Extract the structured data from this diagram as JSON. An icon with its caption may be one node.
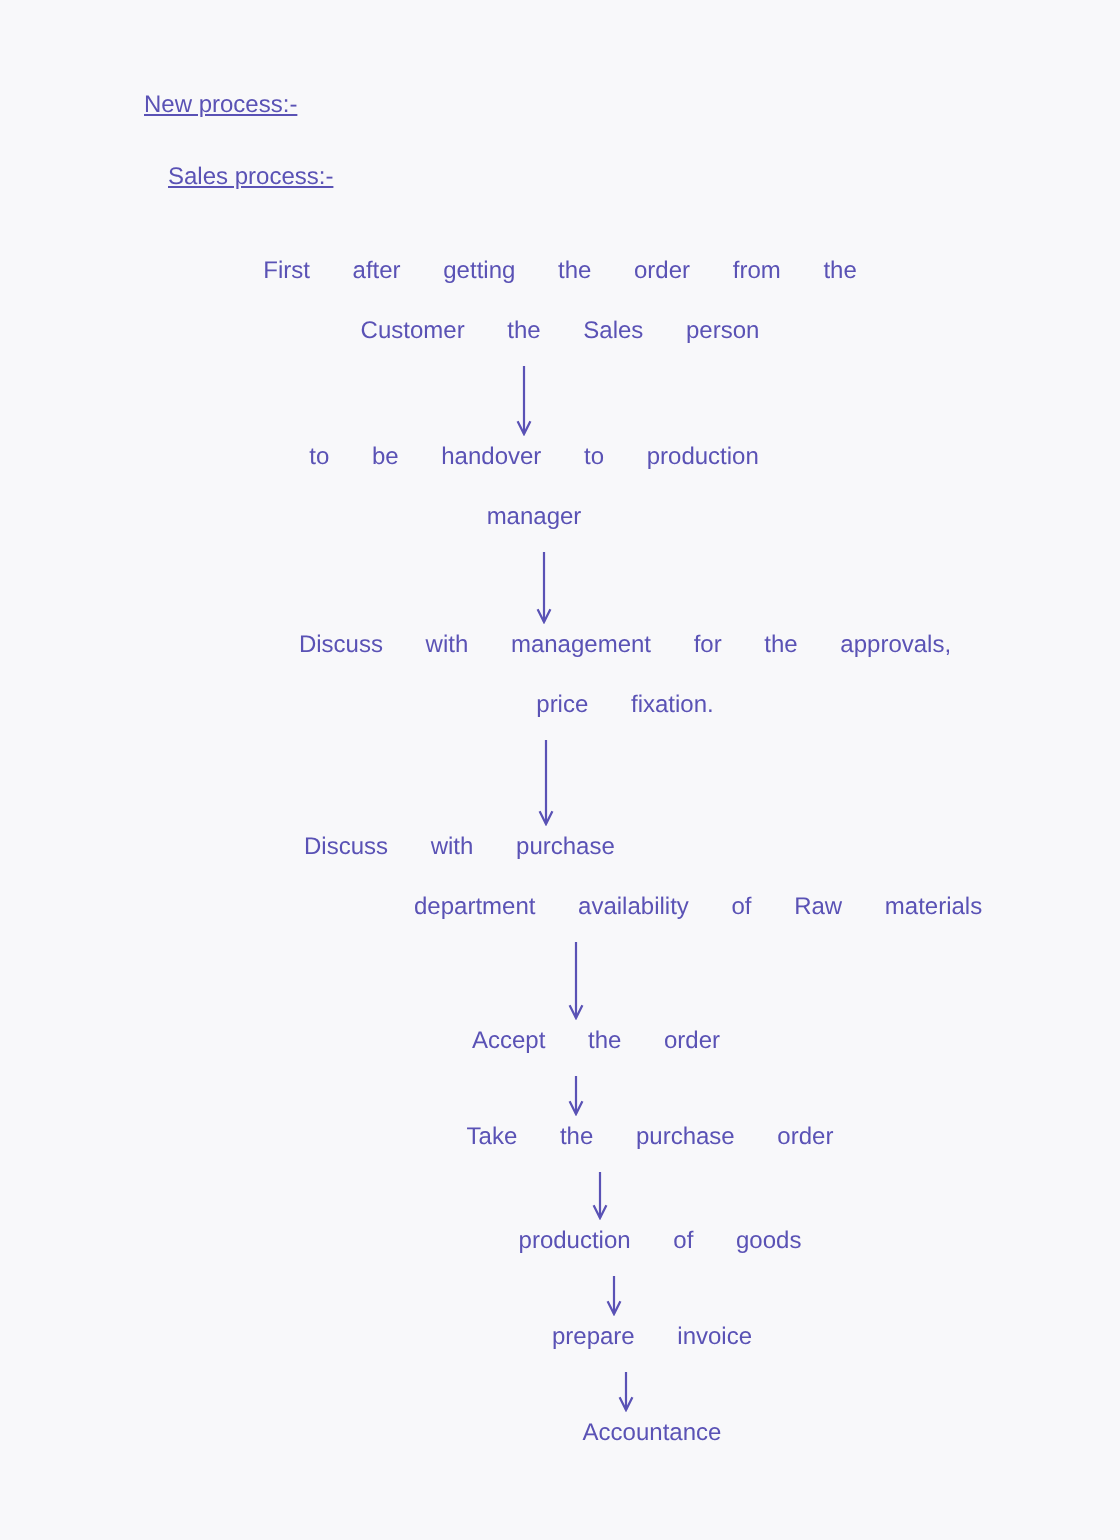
{
  "diagram": {
    "title": "New process:-",
    "nodes": [
      {
        "text": [
          "First after getting the order from the Customer the Sales person"
        ]
      },
      {
        "text": [
          "to be handover to production manager"
        ]
      },
      {
        "text": [
          "Discuss with management for the approvals, price fixation."
        ]
      },
      {
        "text": [
          "Discuss with purchase department availability of Raw materials"
        ]
      },
      {
        "text": [
          "Accept the order"
        ]
      },
      {
        "text": [
          "Take the purchase order"
        ]
      },
      {
        "text": [
          "production of goods"
        ]
      },
      {
        "text": [
          "prepare invoice"
        ]
      },
      {
        "text": [
          "Accountance"
        ]
      }
    ],
    "edges": [
      {
        "from": 0,
        "to": 1,
        "arrow": "to"
      },
      {
        "from": 1,
        "to": 2,
        "arrow": "to"
      },
      {
        "from": 2,
        "to": 3,
        "arrow": "to"
      },
      {
        "from": 3,
        "to": 4,
        "arrow": "to"
      },
      {
        "from": 4,
        "to": 5,
        "arrow": "to"
      },
      {
        "from": 5,
        "to": 6,
        "arrow": "to"
      },
      {
        "from": 6,
        "to": 7,
        "arrow": "to"
      },
      {
        "from": 7,
        "to": 8,
        "arrow": "to"
      }
    ],
    "labels": [
      "Sales process:-"
    ]
  }
}
